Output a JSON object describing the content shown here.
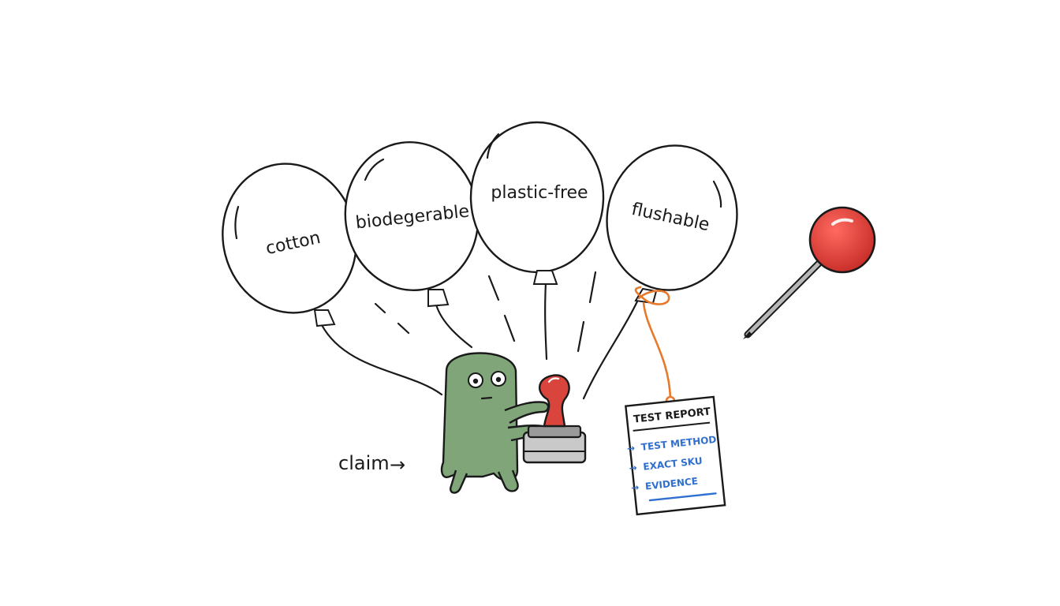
{
  "balloons": [
    {
      "label": "cotton"
    },
    {
      "label": "biodegerable"
    },
    {
      "label": "plastic-free"
    },
    {
      "label": "flushable"
    }
  ],
  "claim": {
    "label": "claim",
    "arrow": "→"
  },
  "report": {
    "title": "TEST REPORT",
    "items": [
      "TEST METHOD",
      "EXACT SKU",
      "EVIDENCE"
    ],
    "item_marker": "→"
  },
  "colors": {
    "ink": "#1a1a1a",
    "character": "#7fa579",
    "stamp_handle": "#d9443d",
    "stamp_base": "#9a9a9a",
    "pin_head": "#e0403a",
    "string_orange": "#e8792b",
    "report_blue": "#2f6fcf"
  },
  "icons": [
    "balloon-icon",
    "stamp-icon",
    "push-pin-icon",
    "test-report-icon",
    "arrow-right-icon"
  ]
}
